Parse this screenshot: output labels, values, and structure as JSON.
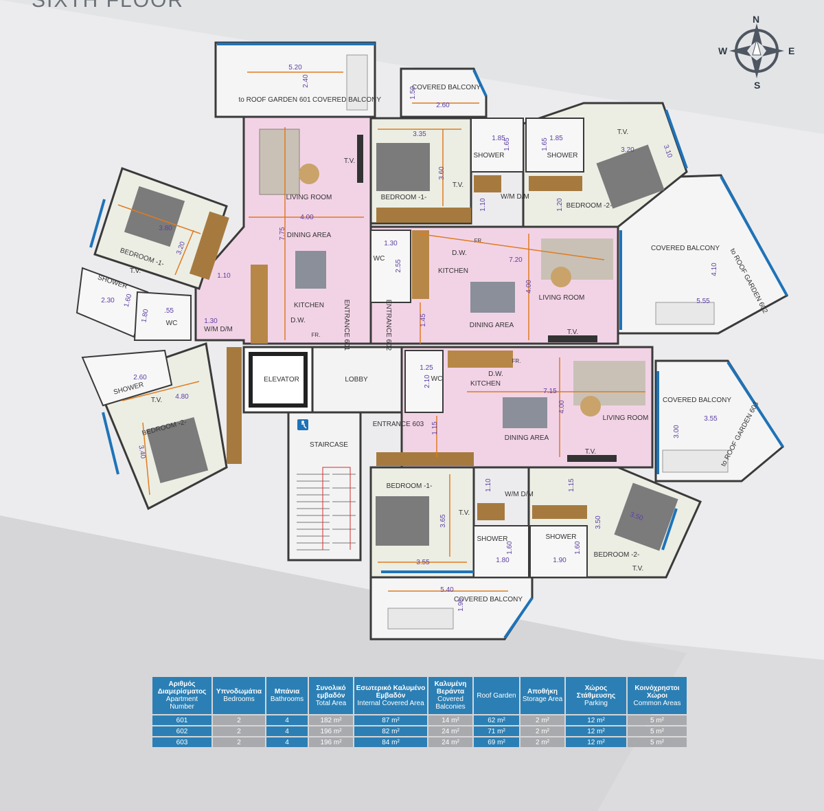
{
  "page": {
    "title": "SIXTH FLOOR"
  },
  "colors": {
    "interior": "#f3d6e8",
    "wall": "#3a3a3a",
    "balcony": "#f4f4f4",
    "window": "#1e73b8",
    "dimension": "#e07b1f",
    "dim_text": "#5c3fa3",
    "table_header": "#2b7fb4",
    "table_alt": "#a9aaad"
  },
  "compass": {
    "n": "N",
    "s": "S",
    "e": "E",
    "w": "W"
  },
  "rooms": {
    "covered_balcony": "COVERED BALCONY",
    "to_roof_garden_601": "to ROOF GARDEN 601",
    "to_roof_garden_602": "to ROOF GARDEN 602",
    "to_roof_garden_603": "to ROOF GARDEN 603",
    "living_room": "LIVING ROOM",
    "dining_area": "DINING AREA",
    "kitchen": "KITCHEN",
    "bedroom_1": "BEDROOM -1-",
    "bedroom_2": "BEDROOM -2-",
    "shower": "SHOWER",
    "wc": "WC",
    "tv": "T.V.",
    "wm_dm": "W/M D/M",
    "dw": "D.W.",
    "fr": "FR.",
    "entrance_601": "ENTRANCE 601",
    "entrance_602": "ENTRANCE 602",
    "entrance_603": "ENTRANCE 603",
    "elevator": "ELEVATOR",
    "lobby": "LOBBY",
    "staircase": "STAIRCASE"
  },
  "dims": {
    "d520": "5.20",
    "d240": "2.40",
    "d150": "1.50",
    "d260": "2.60",
    "d335": "3.35",
    "d360": "3.60",
    "d185": "1.85",
    "d165": "1.65",
    "d320": "3.20",
    "d310": "3.10",
    "d400": "4.00",
    "d775": "7.75",
    "d380": "3.80",
    "d110": "1.10",
    "d230": "2.30",
    "d160": "1.60",
    "d180": "1.80",
    "d055": ".55",
    "d130": "1.30",
    "d255": "2.55",
    "d720": "7.20",
    "d120": "1.20",
    "d410": "4.10",
    "d555": "5.55",
    "d145": "1.45",
    "d125": "1.25",
    "d210": "2.10",
    "d715": "7.15",
    "d355": "3.55",
    "d300": "3.00",
    "d480": "4.80",
    "d340": "3.40",
    "d115": "1.15",
    "d365": "3.65",
    "d350": "3.50",
    "d190": "1.90",
    "d540": "5.40",
    "d195": "1.95"
  },
  "table": {
    "headers": [
      {
        "gr": "Αριθμός Διαμερίσματος",
        "en": "Apartment Number"
      },
      {
        "gr": "Υπνοδωμάτια",
        "en": "Bedrooms"
      },
      {
        "gr": "Μπάνια",
        "en": "Bathrooms"
      },
      {
        "gr": "Συνολικό εμβαδόν",
        "en": "Total Area"
      },
      {
        "gr": "Εσωτερικό Καλυμένο Εμβαδόν",
        "en": "Internal Covered Area"
      },
      {
        "gr": "Καλυμένη Βεράντα",
        "en": "Covered Balconies"
      },
      {
        "gr": "",
        "en": "Roof Garden"
      },
      {
        "gr": "Αποθήκη",
        "en": "Storage Area"
      },
      {
        "gr": "Χώρος Στάθμευσης",
        "en": "Parking"
      },
      {
        "gr": "Κοινόχρηστοι Χώροι",
        "en": "Common Areas"
      }
    ],
    "rows": [
      [
        "601",
        "2",
        "4",
        "182 m²",
        "87 m²",
        "14 m²",
        "62 m²",
        "2 m²",
        "12 m²",
        "5 m²"
      ],
      [
        "602",
        "2",
        "4",
        "196 m²",
        "82 m²",
        "24 m²",
        "71 m²",
        "2 m²",
        "12 m²",
        "5 m²"
      ],
      [
        "603",
        "2",
        "4",
        "196 m²",
        "84 m²",
        "24 m²",
        "69 m²",
        "2 m²",
        "12 m²",
        "5 m²"
      ]
    ]
  }
}
